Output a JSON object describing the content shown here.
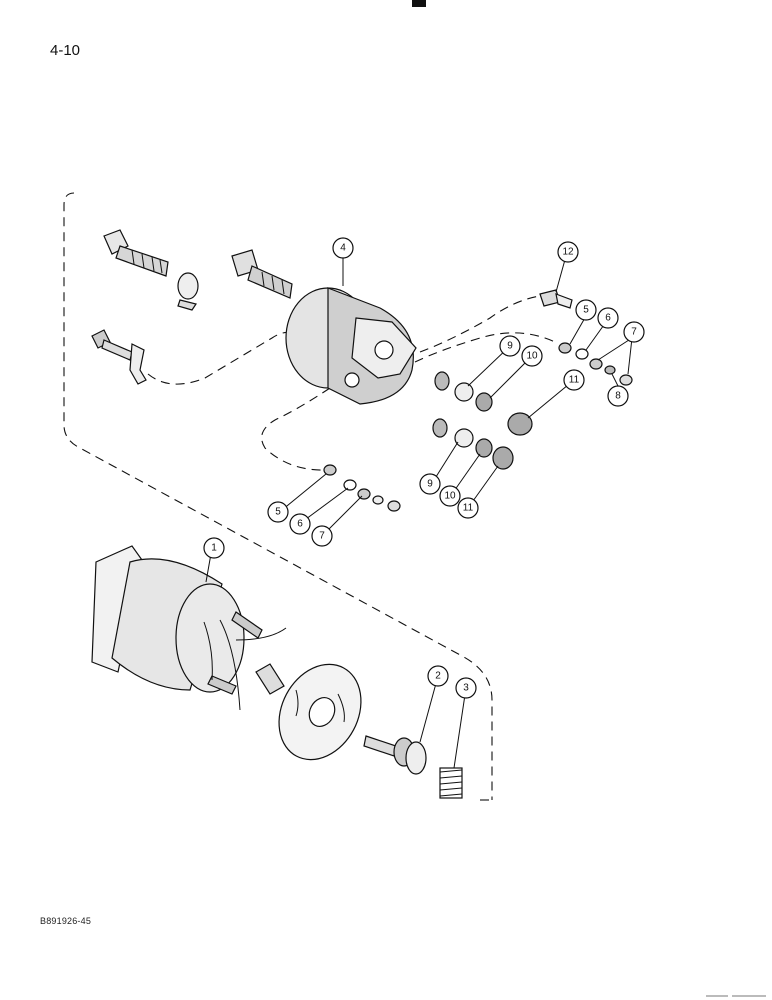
{
  "page": {
    "number": "4-10",
    "figure_code": "B891926-45"
  },
  "callouts": [
    {
      "id": "c1",
      "label": "1"
    },
    {
      "id": "c2",
      "label": "2"
    },
    {
      "id": "c3",
      "label": "3"
    },
    {
      "id": "c4",
      "label": "4"
    },
    {
      "id": "c5a",
      "label": "5"
    },
    {
      "id": "c6a",
      "label": "6"
    },
    {
      "id": "c7a",
      "label": "7"
    },
    {
      "id": "c8",
      "label": "8"
    },
    {
      "id": "c9a",
      "label": "9"
    },
    {
      "id": "c10a",
      "label": "10"
    },
    {
      "id": "c11a",
      "label": "11"
    },
    {
      "id": "c12",
      "label": "12"
    },
    {
      "id": "c5b",
      "label": "5"
    },
    {
      "id": "c6b",
      "label": "6"
    },
    {
      "id": "c7b",
      "label": "7"
    },
    {
      "id": "c9b",
      "label": "9"
    },
    {
      "id": "c10b",
      "label": "10"
    },
    {
      "id": "c11b",
      "label": "11"
    }
  ]
}
